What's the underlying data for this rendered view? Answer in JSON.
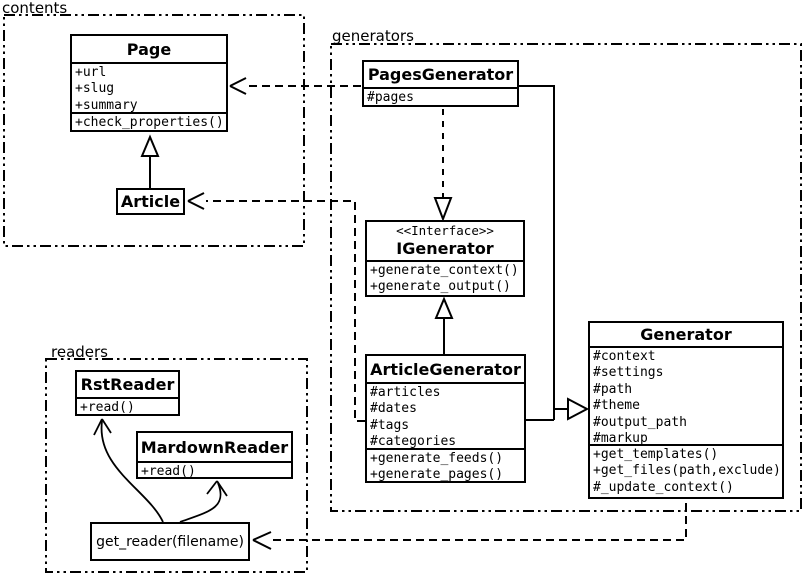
{
  "diagram_type": "uml-class-diagram",
  "colors": {
    "line": "#000000",
    "background": "#ffffff",
    "box_fill": "#ffffff"
  },
  "packages": {
    "contents": {
      "label": "contents"
    },
    "generators": {
      "label": "generators"
    },
    "readers": {
      "label": "readers"
    }
  },
  "classes": {
    "page": {
      "title": "Page",
      "attributes": [
        "+url",
        "+slug",
        "+summary"
      ],
      "methods": [
        "+check_properties()"
      ]
    },
    "article": {
      "title": "Article"
    },
    "pages_generator": {
      "title": "PagesGenerator",
      "attributes": [
        "#pages"
      ]
    },
    "igenerator": {
      "stereotype": "<<Interface>>",
      "title": "IGenerator",
      "methods": [
        "+generate_context()",
        "+generate_output()"
      ]
    },
    "article_generator": {
      "title": "ArticleGenerator",
      "attributes": [
        "#articles",
        "#dates",
        "#tags",
        "#categories"
      ],
      "methods": [
        "+generate_feeds()",
        "+generate_pages()"
      ]
    },
    "generator": {
      "title": "Generator",
      "attributes": [
        "#context",
        "#settings",
        "#path",
        "#theme",
        "#output_path",
        "#markup"
      ],
      "methods": [
        "+get_templates()",
        "+get_files(path,exclude)",
        "#_update_context()"
      ]
    },
    "rst_reader": {
      "title": "RstReader",
      "methods": [
        "+read()"
      ]
    },
    "mardown_reader": {
      "title": "MardownReader",
      "methods": [
        "+read()"
      ]
    },
    "get_reader": {
      "title": "get_reader(filename)"
    }
  },
  "relationships": [
    {
      "from": "Article",
      "to": "Page",
      "type": "generalization"
    },
    {
      "from": "PagesGenerator",
      "to": "Page",
      "type": "dependency"
    },
    {
      "from": "ArticleGenerator",
      "to": "Article",
      "type": "dependency"
    },
    {
      "from": "PagesGenerator",
      "to": "IGenerator",
      "type": "realization"
    },
    {
      "from": "ArticleGenerator",
      "to": "IGenerator",
      "type": "generalization"
    },
    {
      "from": "PagesGenerator",
      "to": "Generator",
      "type": "generalization"
    },
    {
      "from": "ArticleGenerator",
      "to": "Generator",
      "type": "generalization"
    },
    {
      "from": "Generator",
      "to": "get_reader(filename)",
      "type": "dependency"
    },
    {
      "from": "get_reader(filename)",
      "to": "RstReader",
      "type": "association"
    },
    {
      "from": "get_reader(filename)",
      "to": "MardownReader",
      "type": "association"
    }
  ]
}
